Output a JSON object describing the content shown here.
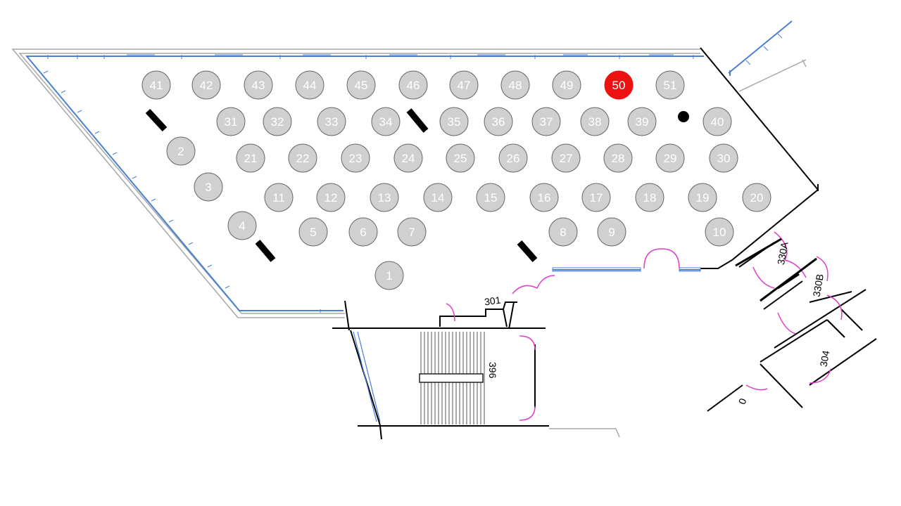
{
  "colors": {
    "table_fill": "#d0d0d0",
    "table_stroke": "#666666",
    "table_text": "#ffffff",
    "highlight_fill": "#ee1111",
    "wall": "#000000",
    "window": "#4a7fd6",
    "door": "#e040c8",
    "outline_grey": "#a8a8a8"
  },
  "highlighted_table": "50",
  "tables": [
    "1",
    "2",
    "3",
    "4",
    "5",
    "6",
    "7",
    "8",
    "9",
    "10",
    "11",
    "12",
    "13",
    "14",
    "15",
    "16",
    "17",
    "18",
    "19",
    "20",
    "21",
    "22",
    "23",
    "24",
    "25",
    "26",
    "27",
    "28",
    "29",
    "30",
    "31",
    "32",
    "33",
    "34",
    "35",
    "36",
    "37",
    "38",
    "39",
    "40",
    "41",
    "42",
    "43",
    "44",
    "45",
    "46",
    "47",
    "48",
    "49",
    "50",
    "51"
  ],
  "rooms": {
    "r301": "301",
    "r330a": "330A",
    "r330b": "330B",
    "r396": "396",
    "r304": "304",
    "r0": "0"
  },
  "icons": {
    "pillar": "pillar-icon",
    "column": "column-dot-icon"
  }
}
